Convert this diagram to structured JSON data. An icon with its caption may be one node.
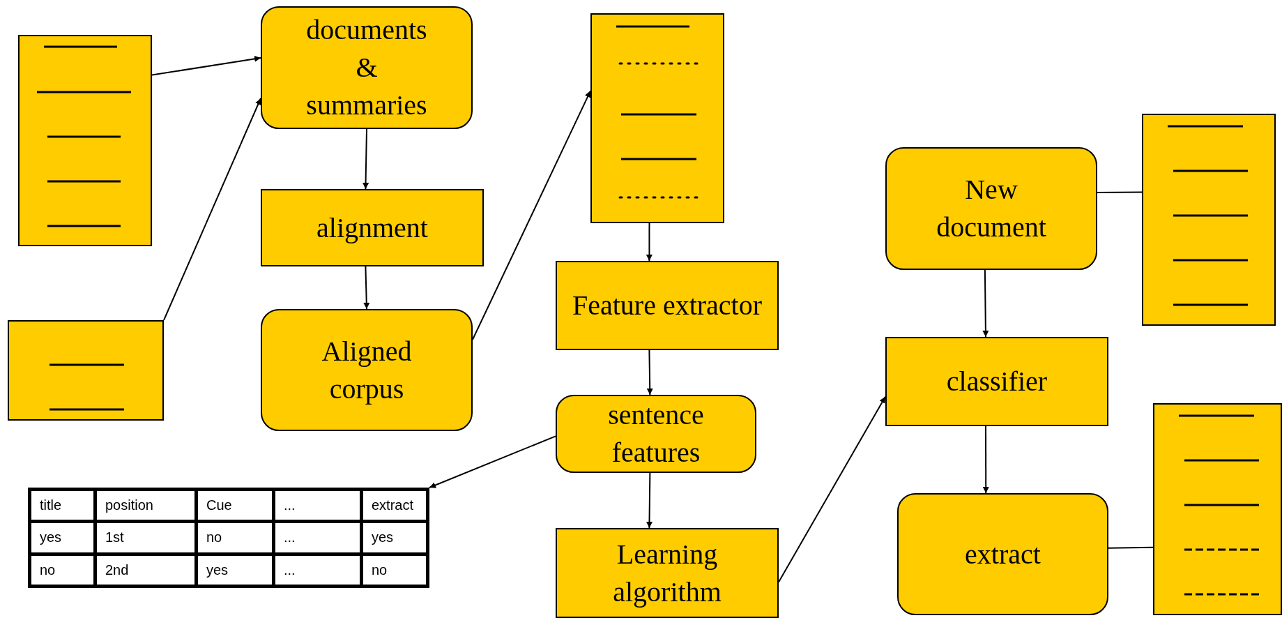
{
  "diagram": {
    "nodes": [
      {
        "text": [],
        "shape": "box"
      },
      {
        "text": [],
        "shape": "box"
      },
      {
        "text": [
          "documents & summaries"
        ]
      },
      {
        "text": [
          "alignment"
        ]
      },
      {
        "text": [
          "Aligned corpus"
        ]
      },
      {
        "text": [],
        "shape": "box"
      },
      {
        "text": [
          "Feature extractor"
        ]
      },
      {
        "text": [
          "sentence features"
        ]
      },
      {
        "text": [
          "title",
          "position",
          "Cue",
          "...",
          "extract",
          "yes",
          "1st",
          "no",
          "...",
          "yes",
          "no",
          "2nd",
          "yes",
          "...",
          "no"
        ]
      },
      {
        "text": [
          "Learning algorithm"
        ]
      },
      {
        "text": [
          "New document"
        ]
      },
      {
        "text": [],
        "shape": "box"
      },
      {
        "text": [
          "classifier"
        ]
      },
      {
        "text": [
          "extract"
        ]
      },
      {
        "text": [],
        "shape": "box"
      }
    ],
    "edges": [
      {
        "from": 0,
        "to": 2,
        "arrow": "to"
      },
      {
        "from": 1,
        "to": 2,
        "arrow": "to"
      },
      {
        "from": 2,
        "to": 3,
        "arrow": "to"
      },
      {
        "from": 3,
        "to": 4,
        "arrow": "to"
      },
      {
        "from": 4,
        "to": 5,
        "arrow": "to"
      },
      {
        "from": 5,
        "to": 6,
        "arrow": "to"
      },
      {
        "from": 6,
        "to": 7,
        "arrow": "to"
      },
      {
        "from": 7,
        "to": 8,
        "arrow": "to"
      },
      {
        "from": 7,
        "to": 9,
        "arrow": "to"
      },
      {
        "from": 9,
        "to": 12,
        "arrow": "to"
      },
      {
        "from": 10,
        "to": 11,
        "arrow": "none"
      },
      {
        "from": 10,
        "to": 12,
        "arrow": "to"
      },
      {
        "from": 12,
        "to": 13,
        "arrow": "to"
      },
      {
        "from": 13,
        "to": 14,
        "arrow": "none"
      }
    ]
  }
}
